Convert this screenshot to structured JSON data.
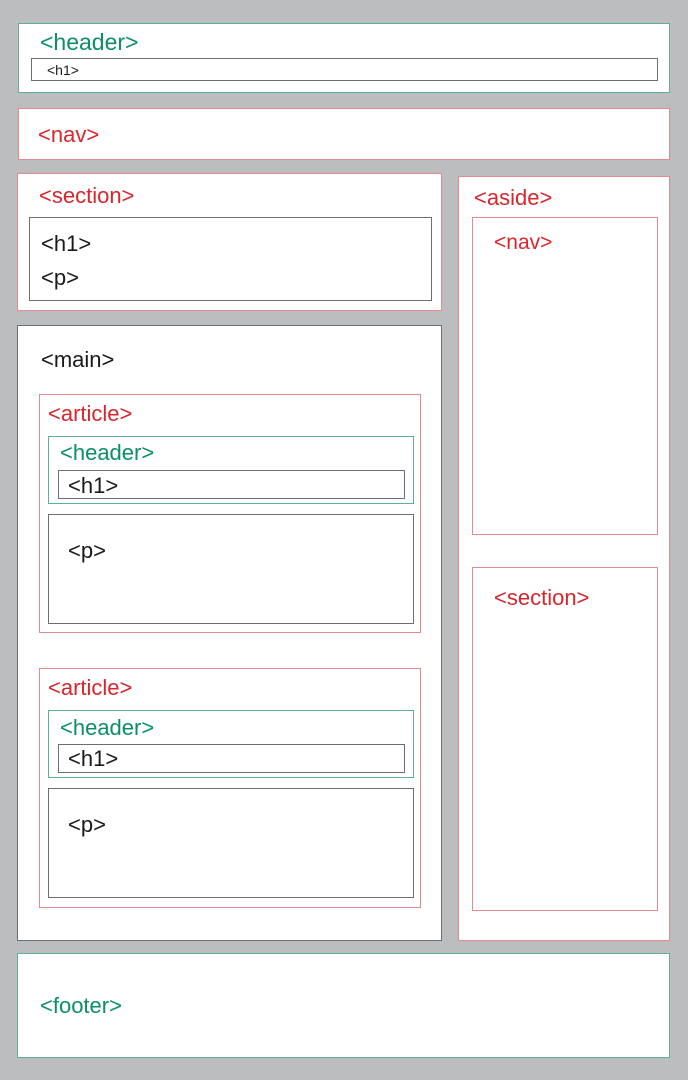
{
  "page_header": {
    "tag": "<header>",
    "h1": "<h1>"
  },
  "nav": {
    "tag": "<nav>"
  },
  "top_section": {
    "tag": "<section>",
    "h1": "<h1>",
    "p": "<p>"
  },
  "main": {
    "tag": "<main>",
    "articles": [
      {
        "tag": "<article>",
        "header": "<header>",
        "h1": "<h1>",
        "p": "<p>"
      },
      {
        "tag": "<article>",
        "header": "<header>",
        "h1": "<h1>",
        "p": "<p>"
      }
    ]
  },
  "aside": {
    "tag": "<aside>",
    "nav": "<nav>",
    "section": "<section>"
  },
  "footer": {
    "tag": "<footer>"
  },
  "colors": {
    "background": "#bcbdbf",
    "structural_green": "#0b8f63",
    "sectioning_red": "#d7262c",
    "content_black": "#1a1a1a"
  }
}
